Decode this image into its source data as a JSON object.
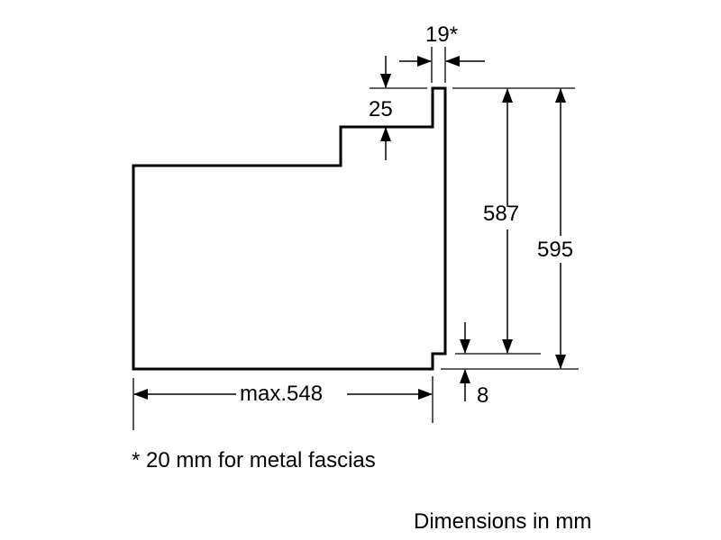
{
  "dimensions": {
    "fascia_thickness": "19*",
    "top_step": "25",
    "inner_height": "587",
    "total_height": "595",
    "bottom_offset": "8",
    "max_depth": "max.548"
  },
  "footnote": "* 20 mm for metal fascias",
  "units_note": "Dimensions in mm",
  "colors": {
    "line": "#000000",
    "background": "#ffffff"
  }
}
